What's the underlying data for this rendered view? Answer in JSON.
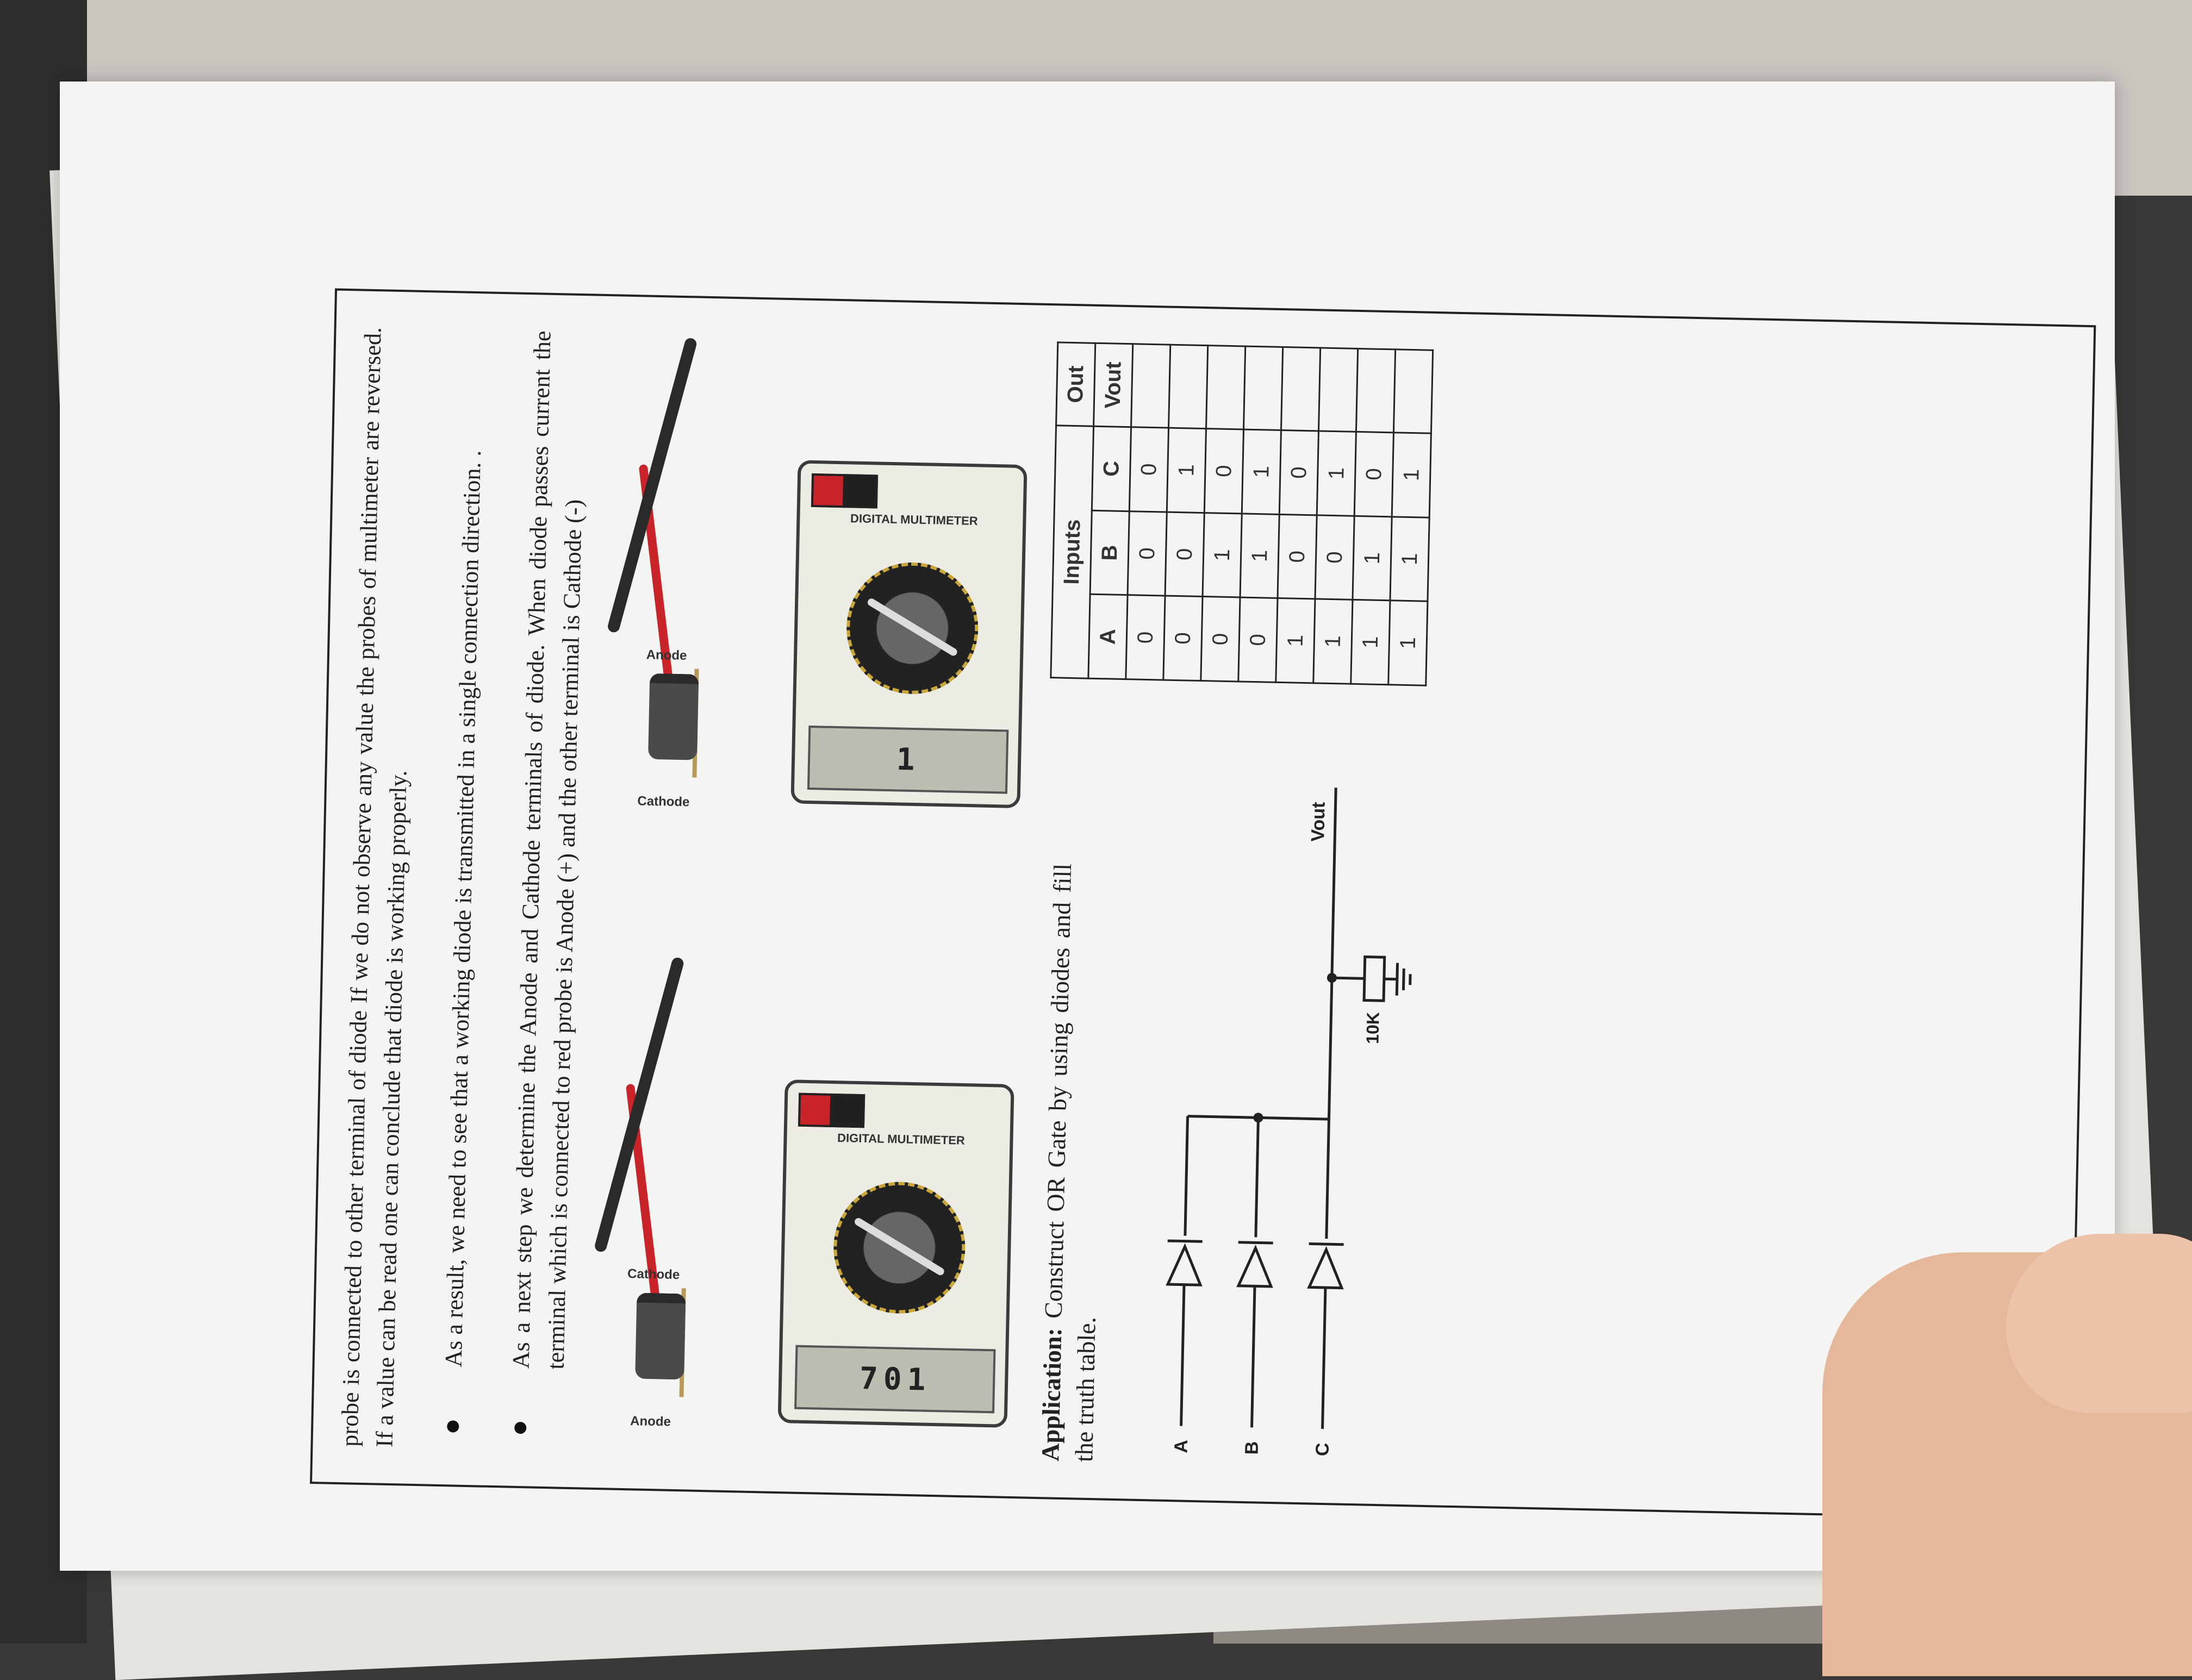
{
  "page": {
    "intro_paragraph": "probe is connected to other terminal of diode If we do not observe any value the probes of multimeter are reversed. If a value can be read one can conclude that diode is working properly.",
    "bullets": [
      "As a result, we need to see that a working diode is transmitted in a single connection direction. .",
      "As a next step we determine the Anode and Cathode terminals of diode. When diode passes current the terminal which is connected to red probe is Anode (+) and the other terminal is Cathode (-)"
    ]
  },
  "figures": {
    "left": {
      "display_value": "701",
      "probe_near_label": "Anode",
      "probe_far_label": "Cathode",
      "brand": "DIGITAL MULTIMETER"
    },
    "right": {
      "display_value": "1",
      "probe_near_label": "Cathode",
      "probe_far_label": "Anode",
      "brand": "DIGITAL MULTIMETER"
    }
  },
  "application": {
    "heading": "Application:",
    "text": "Construct OR Gate by using diodes and fill the truth table.",
    "circuit": {
      "inputs": [
        "A",
        "B",
        "C"
      ],
      "resistor_label": "10K",
      "output_label": "Vout"
    }
  },
  "truth_table": {
    "group_headers": {
      "inputs": "Inputs",
      "out": "Out"
    },
    "columns": [
      "A",
      "B",
      "C",
      "Vout"
    ],
    "rows": [
      [
        "0",
        "0",
        "0",
        ""
      ],
      [
        "0",
        "0",
        "1",
        ""
      ],
      [
        "0",
        "1",
        "0",
        ""
      ],
      [
        "0",
        "1",
        "1",
        ""
      ],
      [
        "1",
        "0",
        "0",
        ""
      ],
      [
        "1",
        "0",
        "1",
        ""
      ],
      [
        "1",
        "1",
        "0",
        ""
      ],
      [
        "1",
        "1",
        "1",
        ""
      ]
    ]
  }
}
